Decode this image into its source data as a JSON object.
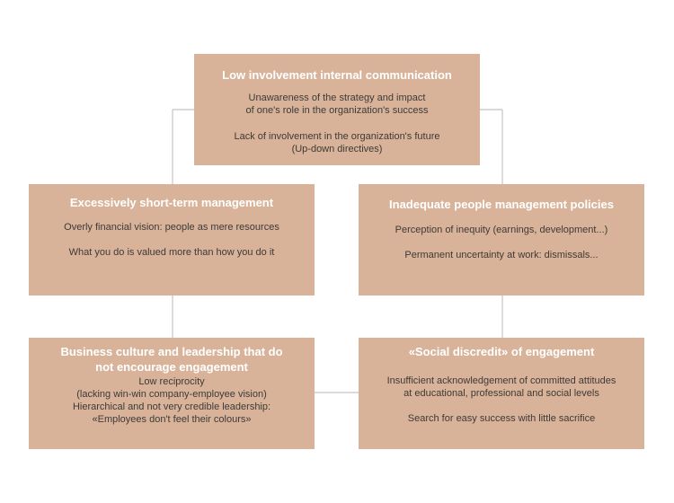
{
  "diagram": {
    "colors": {
      "box_fill": "#d8b39a",
      "title_text": "#ffffff",
      "body_text": "#3e3a36",
      "connector": "#c4c4c4"
    },
    "top": {
      "title": "Low involvement internal communication",
      "lines": [
        "Unawareness of the strategy and impact",
        "of one's role in the organization's success",
        "Lack of involvement in the organization's future",
        "(Up-down directives)"
      ]
    },
    "left": {
      "title": "Excessively short-term management",
      "lines": [
        "Overly financial vision: people as mere resources",
        "What you do is valued more than how you do it"
      ]
    },
    "right": {
      "title": "Inadequate people management policies",
      "lines": [
        "Perception of inequity (earnings, development...)",
        "Permanent uncertainty at work: dismissals..."
      ]
    },
    "bottom_left": {
      "title_lines": [
        "Business culture and leadership that do",
        "not encourage engagement"
      ],
      "lines": [
        "Low reciprocity",
        "(lacking win-win company-employee vision)",
        "Hierarchical and not very credible leadership:",
        "«Employees don't feel their colours»"
      ]
    },
    "bottom_right": {
      "title": "«Social discredit» of engagement",
      "lines": [
        "Insufficient acknowledgement of committed attitudes",
        "at educational, professional and social levels",
        "Search for easy success with little sacrifice"
      ]
    }
  }
}
